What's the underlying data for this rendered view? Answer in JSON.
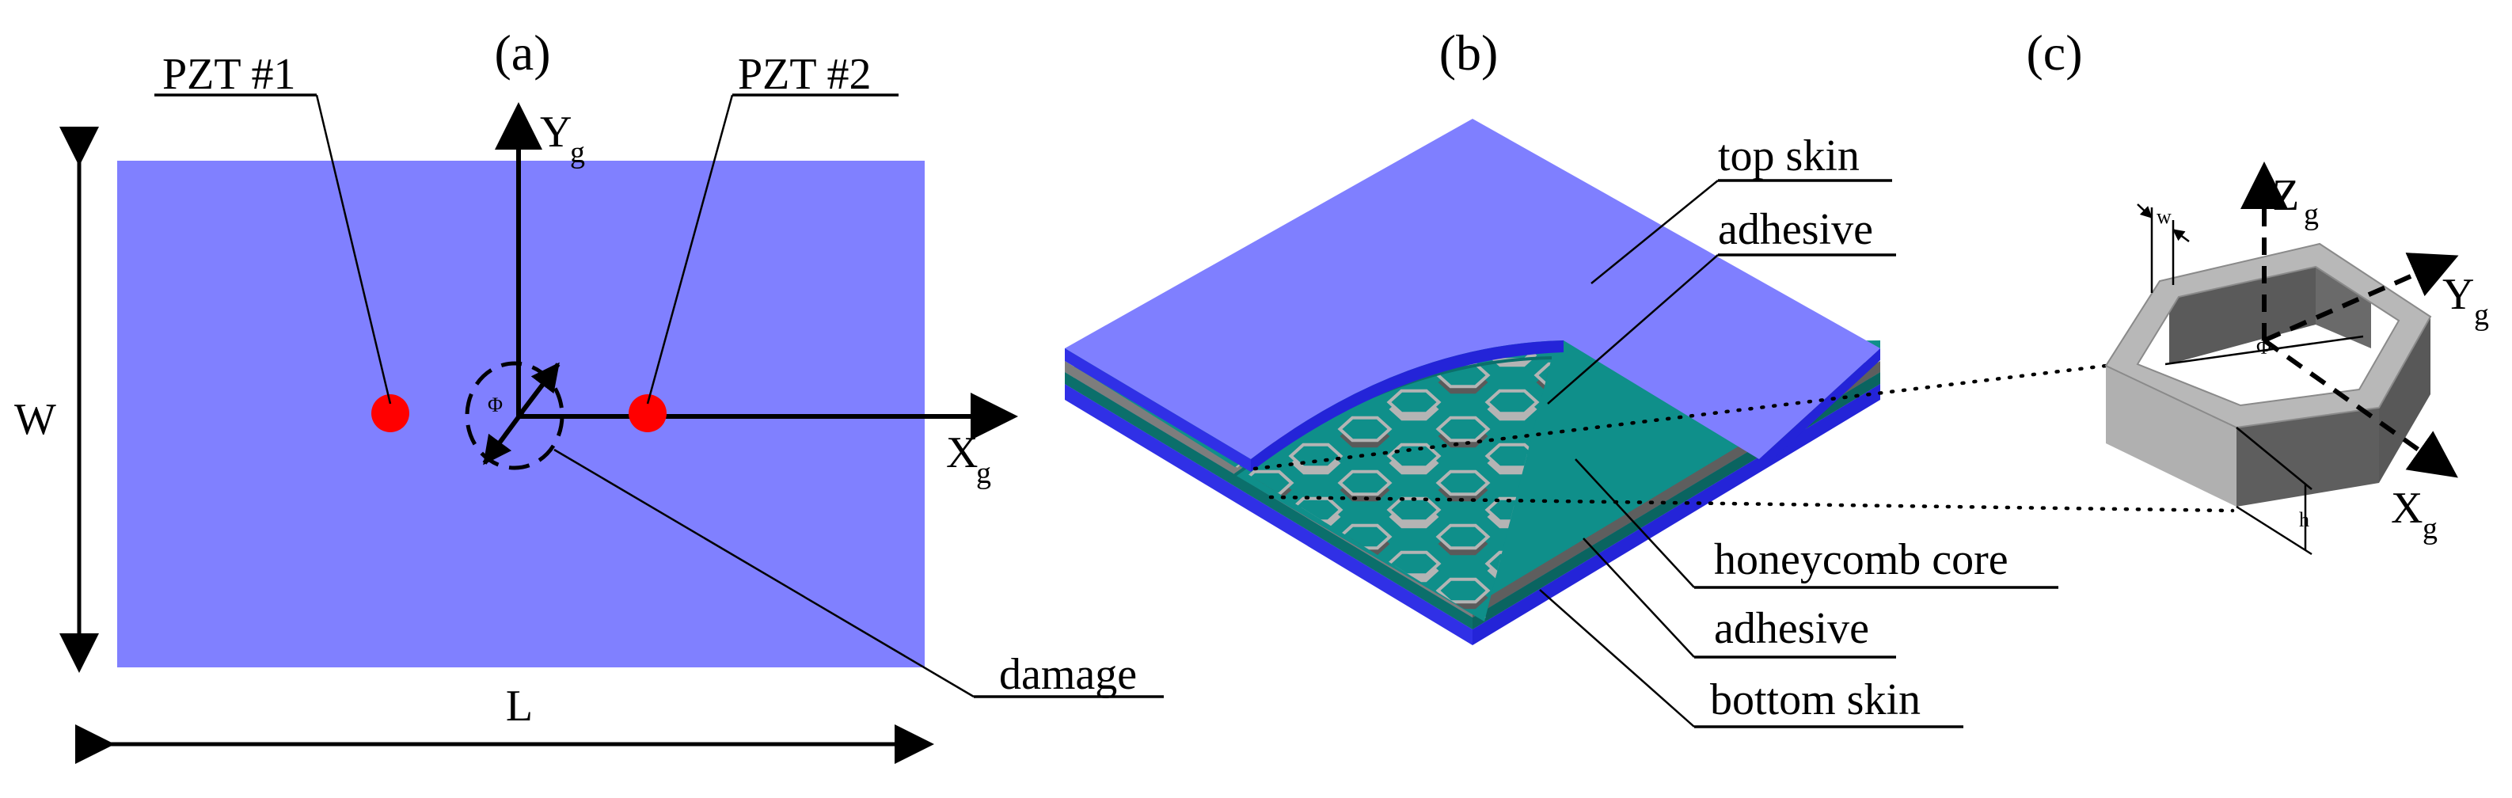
{
  "panels": {
    "a": {
      "title": "(a)",
      "pzt1": "PZT #1",
      "pzt2": "PZT #2",
      "y_axis": "Y",
      "x_axis": "X",
      "axis_subscript": "g",
      "phi": "Φ",
      "width_label": "W",
      "length_label": "L",
      "damage": "damage"
    },
    "b": {
      "title": "(b)",
      "top_skin": "top skin",
      "adhesive_top": "adhesive",
      "core": "honeycomb core",
      "adhesive_bottom": "adhesive",
      "bottom_skin": "bottom skin"
    },
    "c": {
      "title": "(c)",
      "z_axis": "Z",
      "y_axis": "Y",
      "x_axis": "X",
      "axis_subscript": "g",
      "w_label": "w",
      "h_label": "h",
      "phi": "Φ"
    }
  },
  "colors": {
    "plate": "#8080ff",
    "skin_top": "#7f7fff",
    "skin_edge": "#3030e6",
    "adhesive": "#0f8f8a",
    "sensor": "#ff0000",
    "cell_dark": "#5a5a5a",
    "cell_light": "#b4b4b4"
  }
}
